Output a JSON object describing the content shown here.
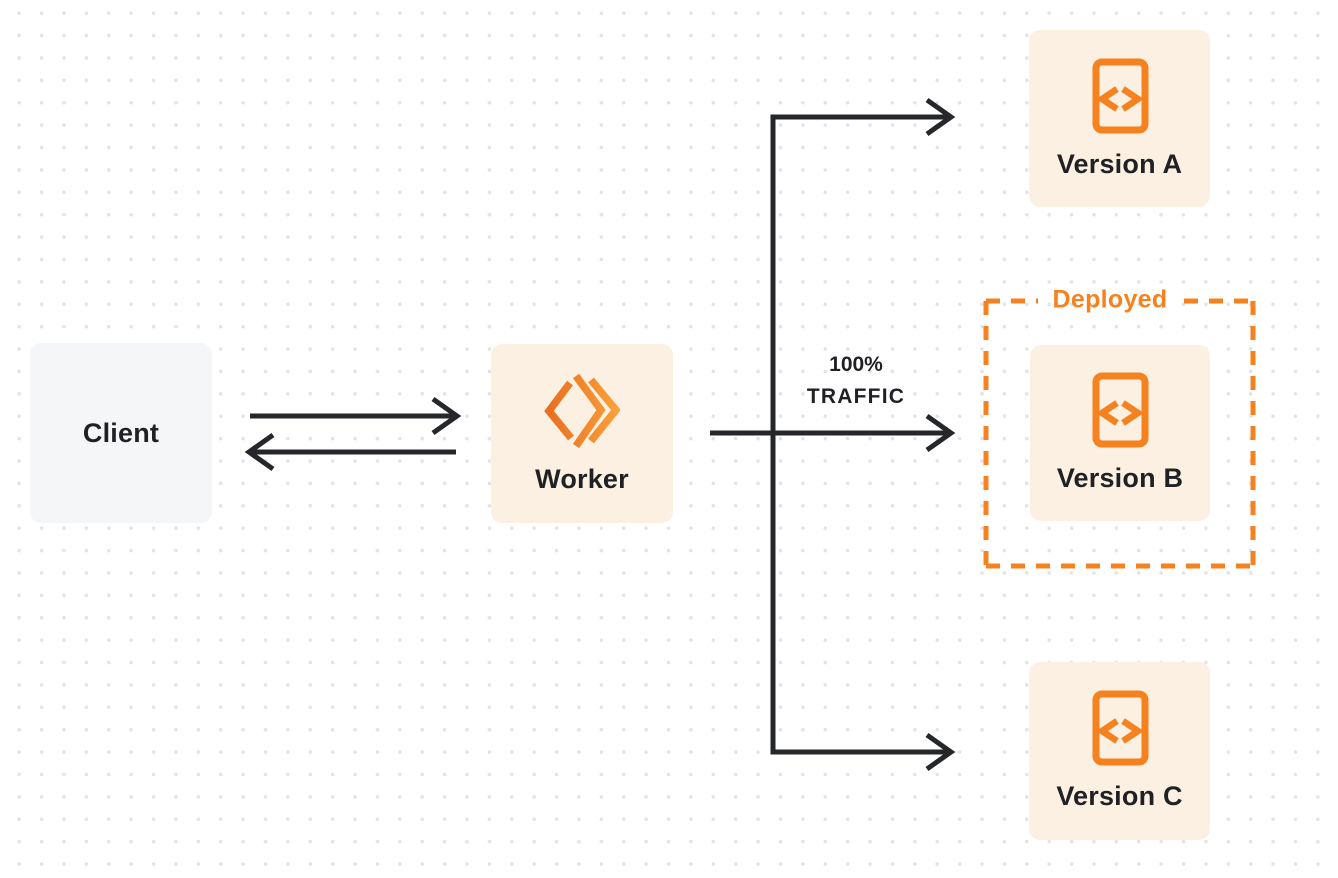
{
  "diagram": {
    "nodes": {
      "client": {
        "label": "Client"
      },
      "worker": {
        "label": "Worker",
        "icon": "workers-logo-icon"
      },
      "version_a": {
        "label": "Version A",
        "icon": "code-file-icon"
      },
      "version_b": {
        "label": "Version B",
        "icon": "code-file-icon"
      },
      "version_c": {
        "label": "Version C",
        "icon": "code-file-icon"
      }
    },
    "deployed_group": {
      "label": "Deployed"
    },
    "traffic_label": {
      "percent": "100%",
      "caption": "TRAFFIC"
    },
    "colors": {
      "accent_orange": "#f6821f",
      "node_cream": "#fbf0e1",
      "node_gray": "#f5f6f7",
      "arrow_ink": "#26272a",
      "ink_text": "#1f2124",
      "dot_grid": "#e3e3e4",
      "canvas_bg": "#ffffff"
    }
  }
}
